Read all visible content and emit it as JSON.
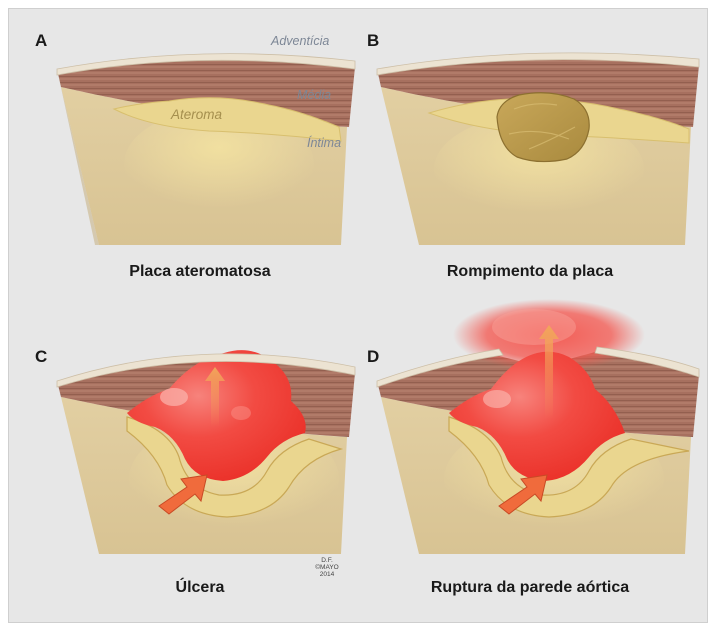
{
  "panels": [
    {
      "letter": "A",
      "caption": "Placa ateromatosa"
    },
    {
      "letter": "B",
      "caption": "Rompimento da placa"
    },
    {
      "letter": "C",
      "caption": "Úlcera"
    },
    {
      "letter": "D",
      "caption": "Ruptura da parede aórtica"
    }
  ],
  "layer_labels": {
    "adventitia": "Adventícia",
    "media": "Média",
    "intima": "Íntima",
    "ateroma": "Ateroma"
  },
  "credit": [
    "D.F.",
    "©MAYO",
    "2014"
  ],
  "colors": {
    "background": "#e7e7e7",
    "adventitia": "#ece3d2",
    "media": "#a7705f",
    "intima": "#dcc79a",
    "plaque": "#ead68f",
    "blood": "#f03a33",
    "arrow": "#f07a3a"
  }
}
